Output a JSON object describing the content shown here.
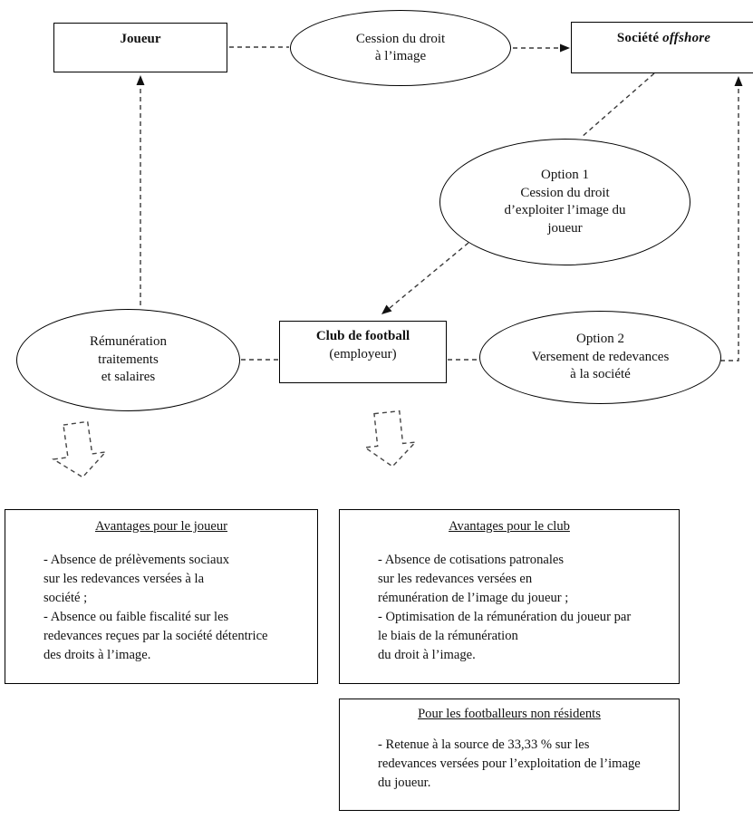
{
  "diagram": {
    "joueur": {
      "label": "Joueur"
    },
    "cession": {
      "label": "Cession du droit\nà l’image"
    },
    "societe": {
      "label": "Société",
      "label_italic": "offshore"
    },
    "option1": {
      "label": "Option 1\nCession du droit\nd’exploiter l’image du\njoueur"
    },
    "remuneration": {
      "label": "Rémunération\ntraitements\net salaires"
    },
    "club": {
      "title": "Club de football",
      "subtitle": "(employeur)"
    },
    "option2": {
      "label": "Option 2\nVersement de redevances\nà la société"
    }
  },
  "notes": {
    "joueur": {
      "title": "Avantages pour le joueur",
      "body": "- Absence de prélèvements sociaux\nsur les redevances versées à la\nsociété ;\n- Absence ou faible fiscalité sur les\nredevances reçues par la société détentrice\ndes droits à l’image."
    },
    "club": {
      "title": "Avantages pour le club",
      "body": "- Absence de cotisations patronales\nsur les redevances versées en\nrémunération de l’image du joueur ;\n- Optimisation de la rémunération du joueur par\nle biais de la rémunération\ndu droit à l’image."
    },
    "non_residents": {
      "title": "Pour les footballeurs non résidents",
      "body": "- Retenue à la source de 33,33 % sur les\nredevances versées pour l’exploitation de l’image\ndu joueur."
    }
  },
  "colors": {
    "stroke": "#000000",
    "dash": "#3a3a3a",
    "background": "#ffffff"
  }
}
